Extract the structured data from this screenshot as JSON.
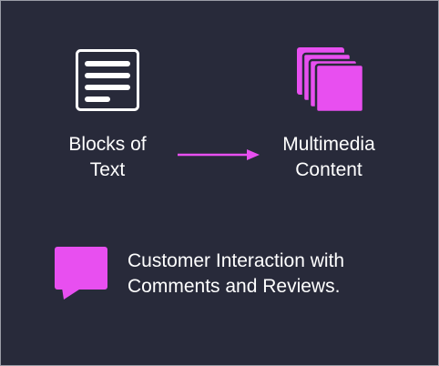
{
  "colors": {
    "background": "#282a3a",
    "accent": "#e84ff0",
    "text": "#ffffff",
    "border": "#9a9ca6"
  },
  "left_node": {
    "icon": "document-text-icon",
    "line1": "Blocks of",
    "line2": "Text"
  },
  "arrow": {
    "icon": "arrow-right-icon"
  },
  "right_node": {
    "icon": "stacked-pages-icon",
    "line1": "Multimedia",
    "line2": "Content"
  },
  "bottom_item": {
    "icon": "speech-bubble-icon",
    "line1": "Customer Interaction with",
    "line2": "Comments and Reviews."
  }
}
